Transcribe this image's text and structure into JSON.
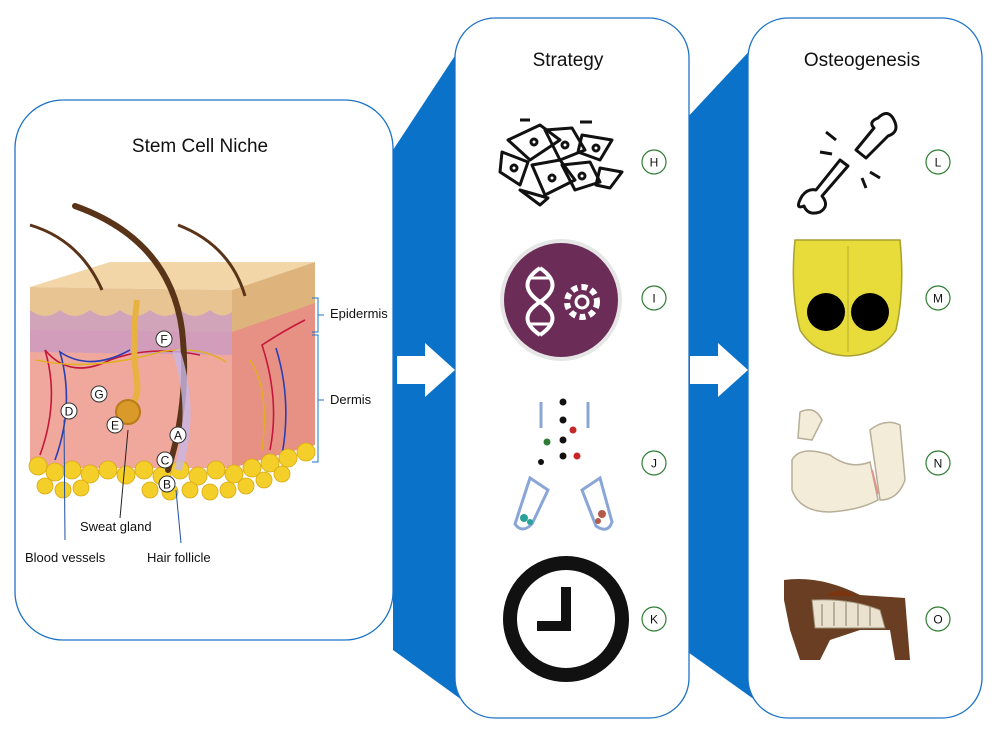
{
  "panels": {
    "niche": {
      "title": "Stem Cell Niche"
    },
    "strategy": {
      "title": "Strategy"
    },
    "osteogenesis": {
      "title": "Osteogenesis"
    }
  },
  "skin_labels": {
    "epidermis": "Epidermis",
    "dermis": "Dermis",
    "sweat_gland": "Sweat gland",
    "blood_vessels": "Blood vessels",
    "hair_follicle": "Hair follicle"
  },
  "skin_markers": [
    "A",
    "B",
    "C",
    "D",
    "E",
    "F",
    "G"
  ],
  "strategy_items": [
    {
      "badge": "H",
      "icon": "cell-culture-icon"
    },
    {
      "badge": "I",
      "icon": "gene-gear-icon"
    },
    {
      "badge": "J",
      "icon": "cell-sorting-icon"
    },
    {
      "badge": "K",
      "icon": "clock-icon"
    }
  ],
  "osteogenesis_items": [
    {
      "badge": "L",
      "icon": "broken-bone-icon"
    },
    {
      "badge": "M",
      "icon": "calvaria-defect-icon"
    },
    {
      "badge": "N",
      "icon": "mandible-icon"
    },
    {
      "badge": "O",
      "icon": "horse-skeleton-icon"
    }
  ],
  "colors": {
    "panel_border": "#1e73c8",
    "arrow_blue": "#0a72c9",
    "skin_dermis": "#f0a79c",
    "skin_epidermis": "#e9c493",
    "fat": "#f4cf2a",
    "hair": "#5a3418",
    "dna_circle": "#6b2d58"
  }
}
